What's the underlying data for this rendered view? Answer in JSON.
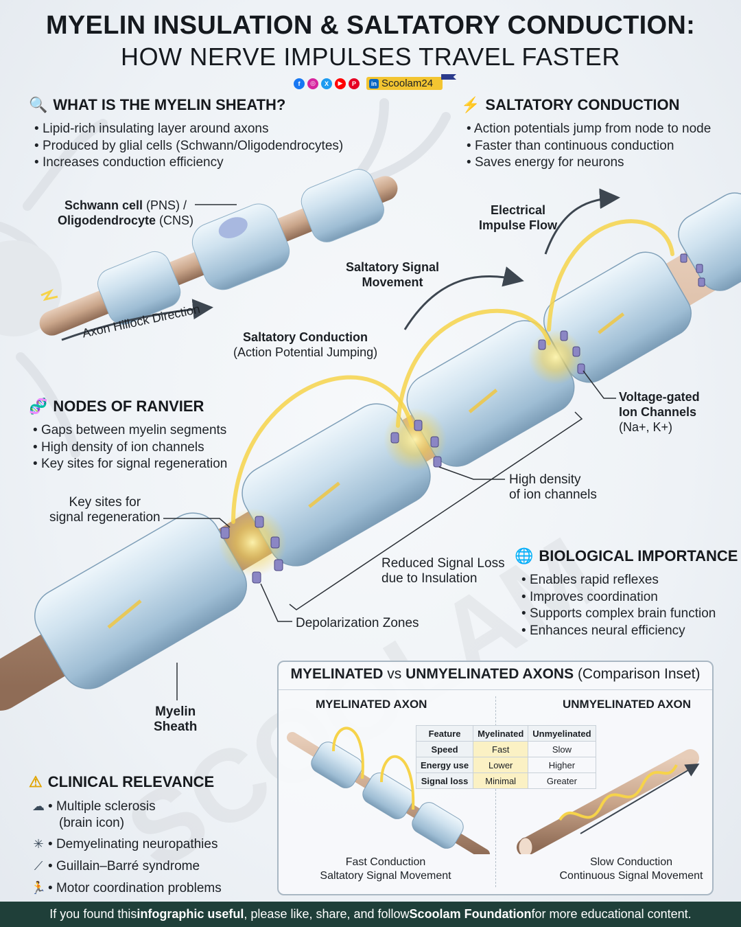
{
  "title": {
    "line1": "MYELIN INSULATION & SALTATORY CONDUCTION:",
    "line2": "HOW NERVE IMPULSES TRAVEL FASTER"
  },
  "brand": {
    "handle": "Scoolam24",
    "watermark": "SCOOLAM"
  },
  "social_icons": [
    "facebook-icon",
    "instagram-icon",
    "x-icon",
    "youtube-icon",
    "pinterest-icon",
    "linkedin-icon"
  ],
  "sections": {
    "what_is": {
      "heading": "WHAT IS THE MYELIN SHEATH?",
      "icon": "magnifier-icon",
      "bullets": [
        "Lipid-rich insulating layer around axons",
        "Produced by glial cells (Schwann/Oligodendrocytes)",
        "Increases conduction efficiency"
      ]
    },
    "saltatory": {
      "heading": "SALTATORY CONDUCTION",
      "icon": "lightning-icon",
      "bullets": [
        "Action potentials jump from node to node",
        "Faster than continuous conduction",
        "Saves energy for neurons"
      ]
    },
    "nodes": {
      "heading": "NODES OF RANVIER",
      "icon": "dna-icon",
      "bullets": [
        "Gaps between myelin segments",
        "High density of ion channels",
        "Key sites for signal regeneration"
      ]
    },
    "biological": {
      "heading": "BIOLOGICAL IMPORTANCE",
      "icon": "globe-icon",
      "bullets": [
        "Enables rapid reflexes",
        "Improves coordination",
        "Supports complex brain function",
        "Enhances neural efficiency"
      ]
    },
    "clinical": {
      "heading": "CLINICAL RELEVANCE",
      "icon": "warning-icon",
      "items": [
        {
          "icon": "brain-icon",
          "line1": "Multiple sclerosis",
          "line2": "(brain icon)"
        },
        {
          "icon": "nerve-icon",
          "line1": "Demyelinating neuropathies",
          "line2": ""
        },
        {
          "icon": "limb-icon",
          "line1": "Guillain–Barré syndrome",
          "line2": ""
        },
        {
          "icon": "running-person-icon",
          "line1": "Motor coordination problems",
          "line2": ""
        }
      ]
    }
  },
  "diagram_labels": {
    "schwann_bold1": "Schwann cell",
    "schwann_rest1": " (PNS) /",
    "schwann_bold2": "Oligodendrocyte",
    "schwann_rest2": " (CNS)",
    "axon_hillock": "Axon Hillock Direction",
    "electrical_1": "Electrical",
    "electrical_2": "Impulse Flow",
    "saltatory_signal_1": "Saltatory Signal",
    "saltatory_signal_2": "Movement",
    "saltatory_cond_1": "Saltatory Conduction",
    "saltatory_cond_2": "(Action Potential Jumping)",
    "voltage_1": "Voltage-gated",
    "voltage_2": "Ion Channels",
    "voltage_3": "(Na+, K+)",
    "high_density_1": "High density",
    "high_density_2": "of ion channels",
    "key_sites_1": "Key sites for",
    "key_sites_2": "signal regeneration",
    "reduced_1": "Reduced Signal Loss",
    "reduced_2": "due to Insulation",
    "depolarization": "Depolarization Zones",
    "myelin_1": "Myelin",
    "myelin_2": "Sheath"
  },
  "inset": {
    "title_a": "MYELINATED",
    "title_vs": " vs ",
    "title_b": "UNMYELINATED AXONS",
    "title_c": " (Comparison Inset)",
    "left_heading": "MYELINATED AXON",
    "right_heading": "UNMYELINATED AXON",
    "table": {
      "header": [
        "Feature",
        "Myelinated",
        "Unmyelinated"
      ],
      "rows": [
        [
          "Speed",
          "Fast",
          "Slow"
        ],
        [
          "Energy use",
          "Lower",
          "Higher"
        ],
        [
          "Signal loss",
          "Minimal",
          "Greater"
        ]
      ]
    },
    "left_caption_1": "Fast Conduction",
    "left_caption_2": "Saltatory Signal Movement",
    "right_caption_1": "Slow Conduction",
    "right_caption_2": "Continuous Signal Movement"
  },
  "footer": {
    "pre": "If you found this ",
    "bold1": "infographic useful",
    "mid": ", please like, share, and follow ",
    "bold2": "Scoolam Foundation",
    "post": " for more educational content."
  },
  "colors": {
    "myelin": "#bcd6e8",
    "axon": "#c9a58a",
    "impulse": "#f6d34a",
    "channel": "#8b86c4",
    "footer": "#1f3f39"
  }
}
